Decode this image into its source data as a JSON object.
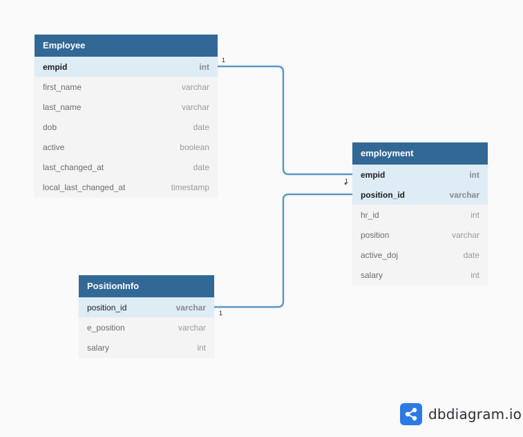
{
  "tables": {
    "employee": {
      "name": "Employee",
      "columns": [
        {
          "name": "empid",
          "type": "int"
        },
        {
          "name": "first_name",
          "type": "varchar"
        },
        {
          "name": "last_name",
          "type": "varchar"
        },
        {
          "name": "dob",
          "type": "date"
        },
        {
          "name": "active",
          "type": "boolean"
        },
        {
          "name": "last_changed_at",
          "type": "date"
        },
        {
          "name": "local_last_changed_at",
          "type": "timestamp"
        }
      ]
    },
    "employment": {
      "name": "employment",
      "columns": [
        {
          "name": "empid",
          "type": "int"
        },
        {
          "name": "position_id",
          "type": "varchar"
        },
        {
          "name": "hr_id",
          "type": "int"
        },
        {
          "name": "position",
          "type": "varchar"
        },
        {
          "name": "active_doj",
          "type": "date"
        },
        {
          "name": "salary",
          "type": "int"
        }
      ]
    },
    "positioninfo": {
      "name": "PositionInfo",
      "columns": [
        {
          "name": "position_id",
          "type": "varchar"
        },
        {
          "name": "e_position",
          "type": "varchar"
        },
        {
          "name": "salary",
          "type": "int"
        }
      ]
    }
  },
  "relationships": [
    {
      "from": "Employee.empid",
      "to": "employment.empid",
      "from_card": "1",
      "to_card": "1"
    },
    {
      "from": "PositionInfo.position_id",
      "to": "employment.position_id",
      "from_card": "1",
      "to_card": "*"
    }
  ],
  "colors": {
    "header": "#316896",
    "link": "#5b97c4",
    "pk_row": "#deecf5",
    "logo": "#2c7be5"
  },
  "branding": {
    "logo_text": "dbdiagram.io",
    "logo_icon": "share-icon"
  }
}
